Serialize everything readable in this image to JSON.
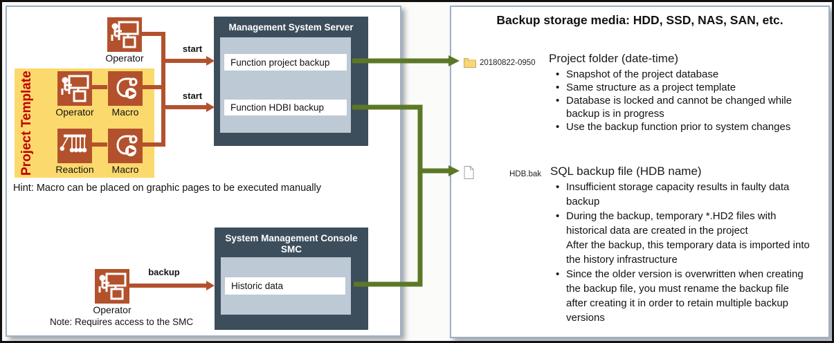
{
  "colors": {
    "icon_red": "#b3512d",
    "box_dark_slate": "#3c4d5b",
    "box_inner_blue": "#bdc9d5",
    "template_yellow": "#fbd96d",
    "template_title_red": "#c00000",
    "arrow_red": "#b3512d",
    "arrow_green": "#5c7827",
    "panel_border": "#9cb0c9"
  },
  "icons": {
    "operator": "person-at-workstation",
    "macro": "script-scroll-with-play",
    "reaction": "newtons-cradle",
    "folder": "yellow-folder",
    "file": "document-page"
  },
  "left_panel": {
    "operator_top_label": "Operator",
    "template": {
      "title": "Project Template",
      "operator_label": "Operator",
      "macro_top_label": "Macro",
      "reaction_label": "Reaction",
      "macro_bottom_label": "Macro"
    },
    "arrows": {
      "start_top": "start",
      "start_bottom": "start",
      "backup": "backup"
    },
    "server": {
      "title": "Management System Server",
      "function_project": "Function project backup",
      "function_hdbi": "Function HDBI backup"
    },
    "smc": {
      "title_line1": "System Management Console",
      "title_line2": "SMC",
      "historic": "Historic data"
    },
    "hint": "Hint: Macro can be placed on graphic pages to be executed manually",
    "operator_bottom_label": "Operator",
    "note": "Note: Requires access to the SMC"
  },
  "right_panel": {
    "title": "Backup storage media: HDD, SSD, NAS, SAN, etc.",
    "folder_section": {
      "file_label": "20180822-0950",
      "heading": "Project folder (date-time)",
      "bullets": [
        [
          "Snapshot of the project database"
        ],
        [
          "Same structure as a project template"
        ],
        [
          "Database is locked and cannot be changed while backup is in progress"
        ],
        [
          "Use the backup function prior to system changes"
        ]
      ]
    },
    "sql_section": {
      "file_label": "HDB.bak",
      "heading": "SQL backup file (HDB name)",
      "bullets": [
        [
          "Insufficient storage capacity results in faulty data backup"
        ],
        [
          "During the backup, temporary *.HD2 files with historical data are created in the project",
          "After the backup, this temporary data is imported into the history infrastructure"
        ],
        [
          "Since the older version is overwritten when creating the backup file, you must rename the backup file after creating it in order to retain multiple backup versions"
        ]
      ]
    }
  }
}
